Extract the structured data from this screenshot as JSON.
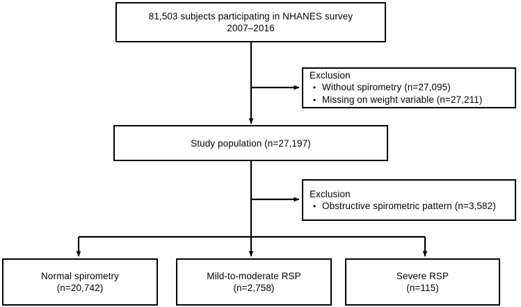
{
  "diagram": {
    "type": "flowchart",
    "title": "NHANES study participant selection flow",
    "nodes": {
      "total": {
        "lines": [
          "81,503 subjects participating in NHANES survey",
          "2007–2016"
        ]
      },
      "exclusion_1": {
        "heading": "Exclusion",
        "items": [
          "Without spirometry (n=27,095)",
          "Missing on weight variable (n=27,211)"
        ]
      },
      "study_population": {
        "lines": [
          "Study population (n=27,197)"
        ]
      },
      "exclusion_2": {
        "heading": "Exclusion",
        "items": [
          "Obstructive spirometric pattern (n=3,582)"
        ]
      },
      "normal": {
        "lines": [
          "Normal spirometry",
          "(n=20,742)"
        ]
      },
      "mild_to_moderate": {
        "lines": [
          "Mild-to-moderate RSP",
          "(n=2,758)"
        ]
      },
      "severe": {
        "lines": [
          "Severe RSP",
          "(n=115)"
        ]
      }
    },
    "colors": {
      "stroke": "#000000",
      "fill": "#ffffff",
      "text": "#000000"
    }
  }
}
